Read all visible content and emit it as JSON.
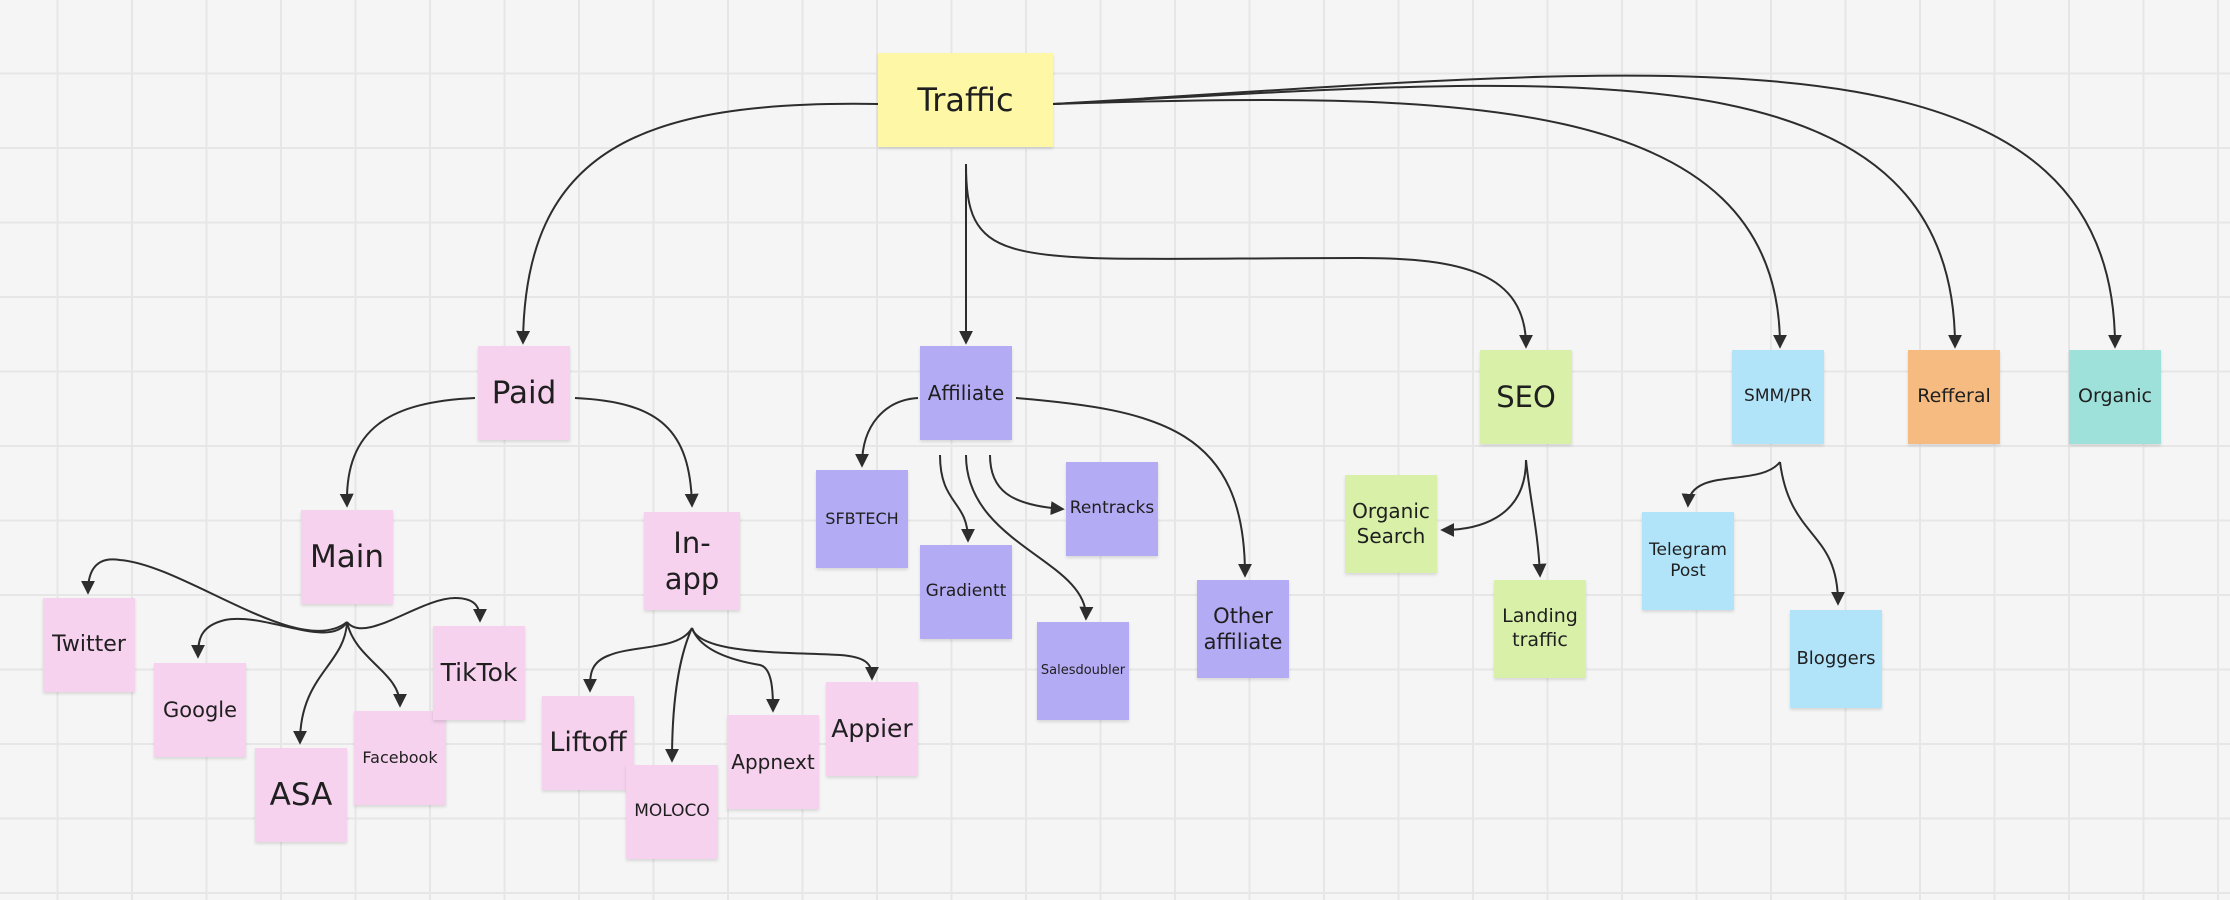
{
  "board": {
    "nodes": {
      "traffic": "Traffic",
      "paid": "Paid",
      "affiliate": "Affiliate",
      "seo": "SEO",
      "smm_pr": "SMM/PR",
      "refferal": "Refferal",
      "organic": "Organic",
      "main": "Main",
      "in_app": "In-app",
      "twitter": "Twitter",
      "google": "Google",
      "asa": "ASA",
      "facebook": "Facebook",
      "tiktok": "TikTok",
      "liftoff": "Liftoff",
      "moloco": "MOLOCO",
      "appnext": "Appnext",
      "appier": "Appier",
      "sfbtech": "SFBTECH",
      "gradientt": "Gradientt",
      "rentracks": "Rentracks",
      "salesdoubler": "Salesdoubler",
      "other_affiliate": "Other affiliate",
      "organic_search": "Organic Search",
      "landing_traffic": "Landing traffic",
      "telegram_post": "Telegram Post",
      "bloggers": "Bloggers"
    },
    "colors": {
      "pink": "#f6d2ee",
      "purple": "#b3abf3",
      "green": "#d8f0a8",
      "blue": "#b1e3f9",
      "yellow": "#fdf7a6",
      "orange": "#f5bb80",
      "teal": "#9ee1da",
      "connector": "#2d2d2d",
      "grid": "#e6e6e6"
    }
  }
}
